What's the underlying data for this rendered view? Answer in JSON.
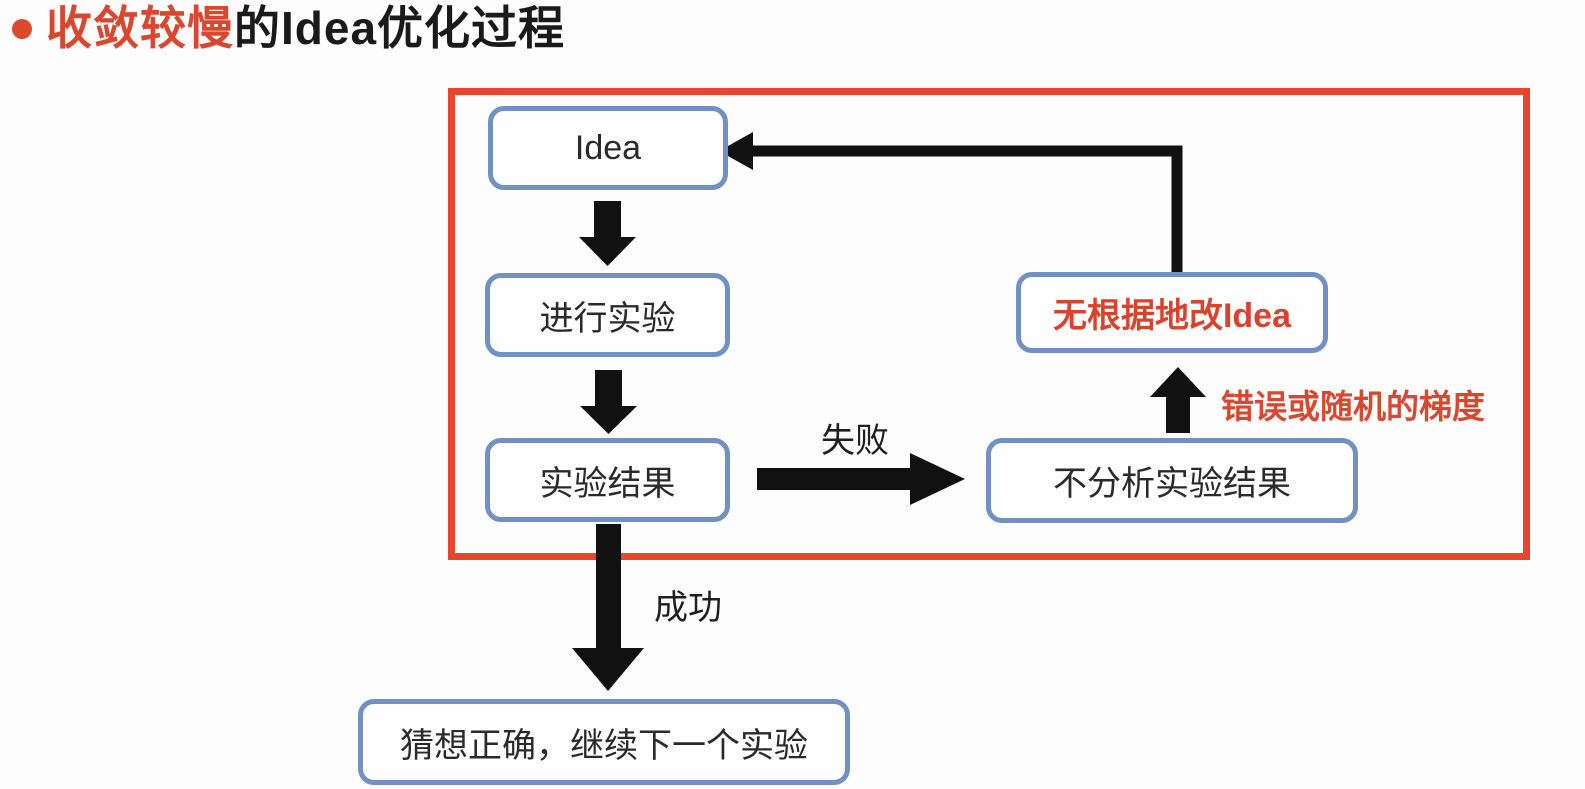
{
  "title": {
    "highlight": "收敛较慢",
    "rest": "的Idea优化过程"
  },
  "nodes": {
    "idea": {
      "label": "Idea"
    },
    "run_experiment": {
      "label": "进行实验"
    },
    "experiment_result": {
      "label": "实验结果"
    },
    "change_idea": {
      "label": "无根据地改Idea"
    },
    "no_analysis": {
      "label": "不分析实验结果"
    },
    "guess_correct": {
      "label": "猜想正确，继续下一个实验"
    }
  },
  "edges": {
    "failure": {
      "label": "失败"
    },
    "success": {
      "label": "成功"
    },
    "gradient_note": {
      "label": "错误或随机的梯度"
    }
  },
  "colors": {
    "title_accent_red": "#d9472f",
    "frame_red": "#e8452a",
    "node_border_blue": "#7191c5",
    "red_label_text": "#d9432e",
    "arrow_black": "#111111",
    "background": "#fdfdfd"
  }
}
